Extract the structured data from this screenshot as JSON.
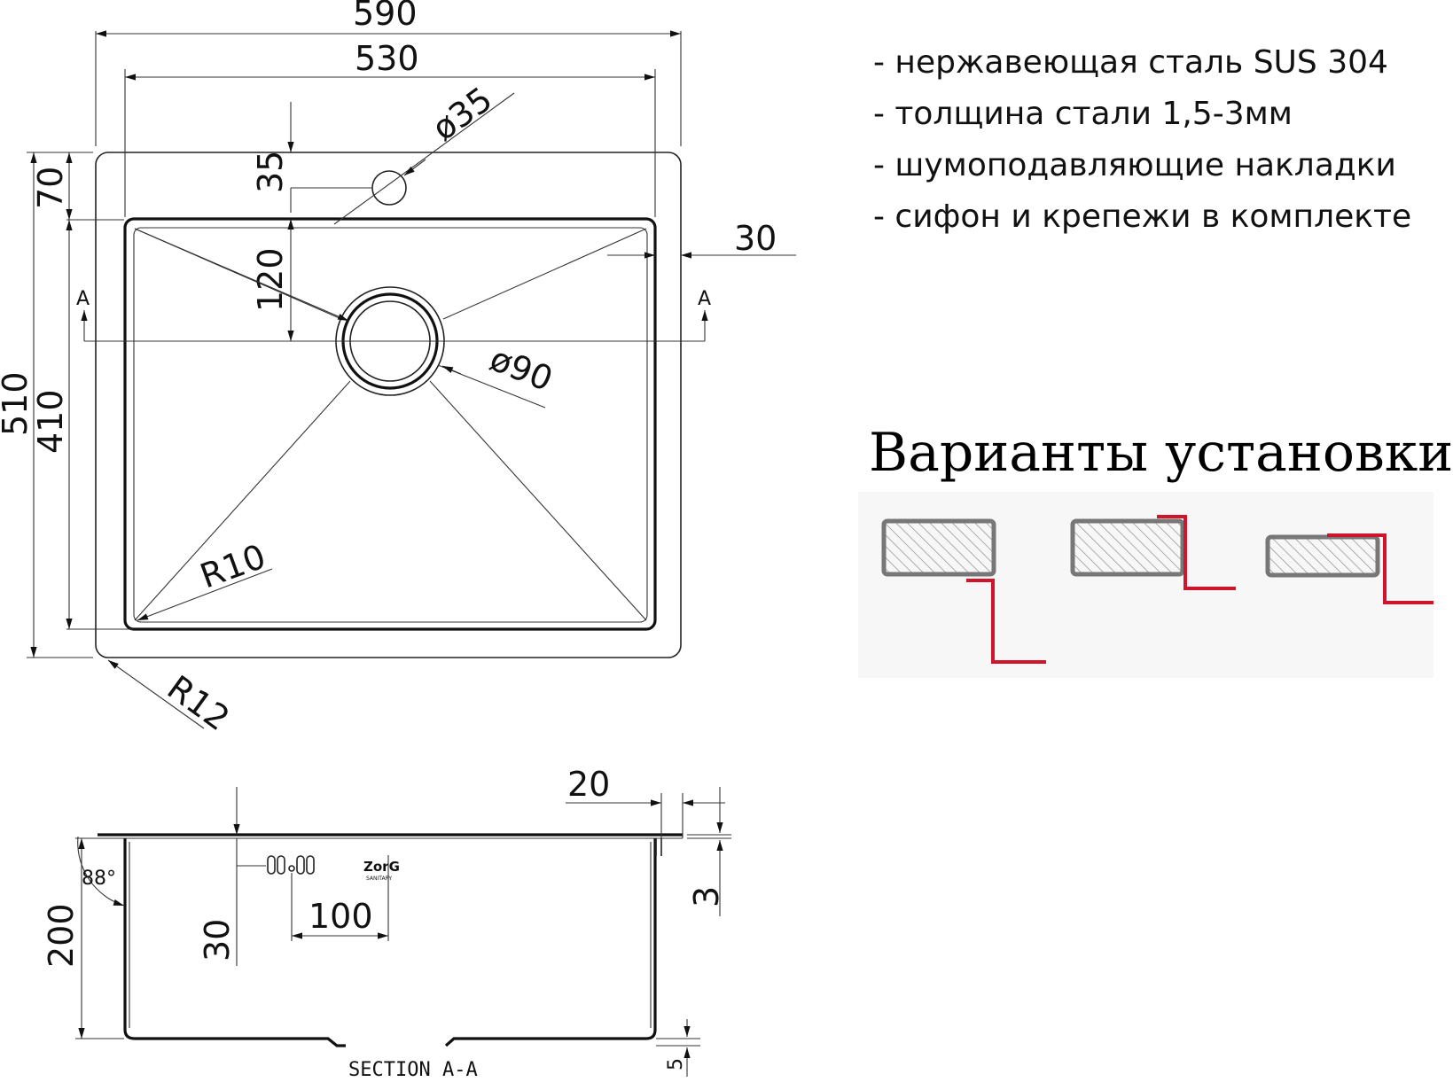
{
  "top_view": {
    "dims": {
      "overall_width": "590",
      "bowl_width": "530",
      "tap_hole_diameter": "ø35",
      "tap_hole_offset": "35",
      "top_margin": "70",
      "drain_offset": "120",
      "side_margin": "30",
      "overall_depth": "510",
      "bowl_depth": "410",
      "drain_diameter": "ø90",
      "inner_radius": "R10",
      "outer_radius": "R12",
      "section_marker_left": "A",
      "section_marker_right": "A"
    }
  },
  "section_view": {
    "label": "SECTION A-A",
    "dims": {
      "flange": "20",
      "depth": "200",
      "angle": "88°",
      "overflow_height": "30",
      "overflow_spacing": "100",
      "thickness": "3",
      "bottom_step": "5"
    },
    "logo": {
      "text": "ZorG",
      "sub": "SANITARY"
    }
  },
  "specs": [
    "- нержавеющая сталь SUS 304",
    "- толщина стали 1,5-3мм",
    "- шумоподавляющие накладки",
    "- сифон и крепежи в комплекте"
  ],
  "install": {
    "title": "Варианты установки",
    "accent_color": "#d0142c",
    "hatch_color": "#777777"
  }
}
